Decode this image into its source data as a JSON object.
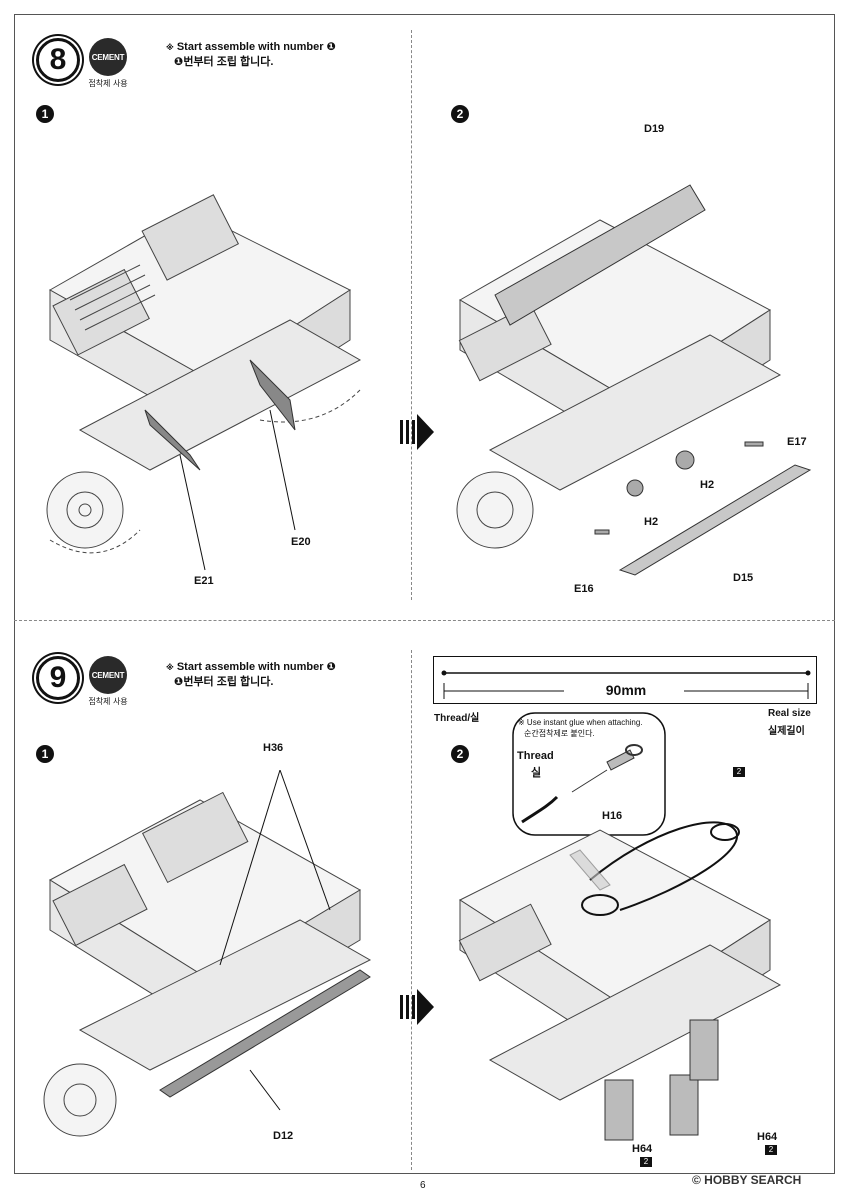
{
  "steps": [
    {
      "number": "8",
      "cement_label": "CEMENT",
      "cement_kr": "접착제 사용",
      "note_mark": "※",
      "note_en": "Start assemble with number ❶",
      "note_kr": "❶번부터 조립 합니다.",
      "sub1": {
        "num": "1",
        "parts": [
          "E20",
          "E21"
        ]
      },
      "sub2": {
        "num": "2",
        "parts": [
          "D19",
          "E17",
          "H2",
          "H2",
          "D15",
          "E16"
        ]
      }
    },
    {
      "number": "9",
      "cement_label": "CEMENT",
      "cement_kr": "접착제 사용",
      "note_mark": "※",
      "note_en": "Start assemble with number ❶",
      "note_kr": "❶번부터 조립 합니다.",
      "sub1": {
        "num": "1",
        "parts": [
          "H36",
          "D12"
        ]
      },
      "sub2": {
        "num": "2",
        "parts": [
          "H16",
          "H64",
          "H64"
        ]
      }
    }
  ],
  "thread_box": {
    "length": "90mm",
    "left_label": "Thread/실",
    "right_label_en": "Real size",
    "right_label_kr": "실제길이"
  },
  "callout": {
    "note_en": "※ Use instant glue when attaching.",
    "note_kr": "순간접착제로 붙인다.",
    "thread_en": "Thread",
    "thread_kr": "실"
  },
  "tags": {
    "two": "2"
  },
  "watermark": "© HOBBY SEARCH",
  "page_number": "6"
}
